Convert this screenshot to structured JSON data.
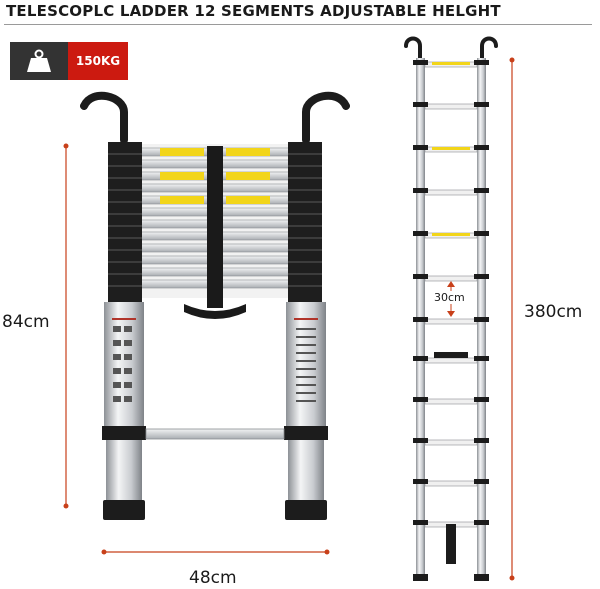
{
  "title": "TELESCOPLC LADDER 12 SEGMENTS ADJUSTABLE HELGHT",
  "badge": {
    "icon": "weight-icon",
    "label": "150KG"
  },
  "dimensions": {
    "height_collapsed": "84cm",
    "width": "48cm",
    "rung_spacing": "30cm",
    "height_extended": "380cm"
  },
  "colors": {
    "accent_red": "#cc1a10",
    "dark": "#333333",
    "rung_yellow": "#f2d51a"
  }
}
